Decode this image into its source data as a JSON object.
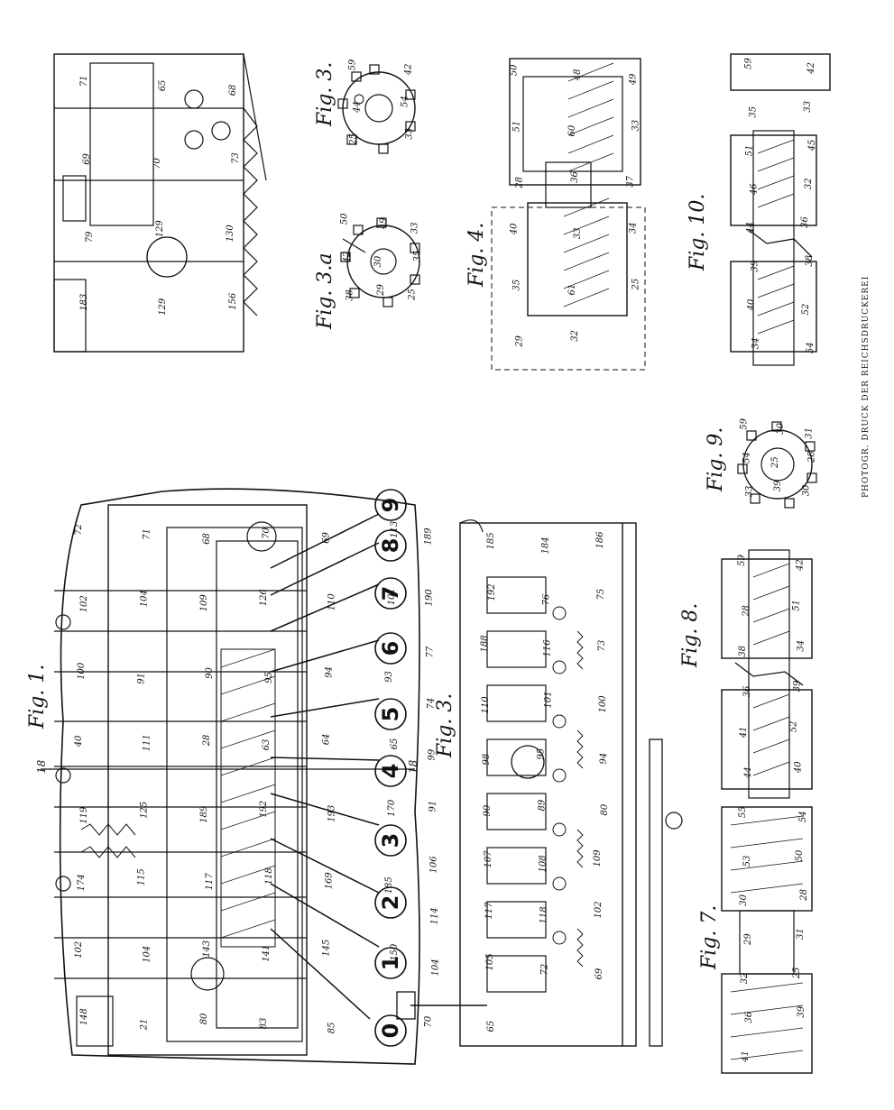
{
  "figures": {
    "fig1": "Fig. 1.",
    "fig3": "Fig. 3.",
    "fig3a": "Fig. 3.a",
    "fig3b": "Fig. 3.",
    "fig4": "Fig. 4.",
    "fig7": "Fig. 7.",
    "fig8": "Fig. 8.",
    "fig9": "Fig. 9.",
    "fig10": "Fig. 10."
  },
  "keys": [
    "0",
    "1",
    "2",
    "3",
    "4",
    "5",
    "6",
    "7",
    "8",
    "9"
  ],
  "footer": "PHOTOGR. DRUCK DER REICHSDRUCKEREI",
  "section_marks": [
    "18",
    "18"
  ],
  "ref_numbers": {
    "fig1": [
      "72",
      "71",
      "68",
      "70",
      "69",
      "113",
      "102",
      "104",
      "109",
      "126",
      "110",
      "101",
      "100",
      "91",
      "90",
      "95",
      "94",
      "93",
      "40",
      "111",
      "28",
      "63",
      "64",
      "65",
      "119",
      "125",
      "189",
      "192",
      "193",
      "170",
      "174",
      "115",
      "117",
      "118",
      "169",
      "185",
      "102",
      "104",
      "143",
      "141",
      "145",
      "150",
      "148",
      "21",
      "80",
      "83",
      "85"
    ],
    "fig3": [
      "189",
      "185",
      "184",
      "186",
      "190",
      "192",
      "76",
      "75",
      "77",
      "188",
      "116",
      "73",
      "74",
      "110",
      "101",
      "100",
      "99",
      "98",
      "95",
      "94",
      "91",
      "90",
      "89",
      "80",
      "106",
      "107",
      "108",
      "109",
      "114",
      "117",
      "118",
      "102",
      "104",
      "105",
      "72",
      "69",
      "70",
      "65"
    ],
    "fig2": [
      "71",
      "65",
      "68",
      "69",
      "70",
      "73",
      "79",
      "129",
      "130",
      "183",
      "129",
      "156"
    ],
    "fig3_top": [
      "59",
      "42",
      "44",
      "54",
      "25",
      "33"
    ],
    "fig3a": [
      "50",
      "49",
      "33",
      "42",
      "30",
      "35",
      "38",
      "29",
      "25"
    ],
    "fig4": [
      "50",
      "48",
      "49",
      "51",
      "60",
      "33",
      "28",
      "36",
      "37",
      "40",
      "33",
      "34",
      "35",
      "61",
      "25",
      "29",
      "32"
    ],
    "fig7": [
      "55",
      "54",
      "53",
      "50",
      "30",
      "28",
      "29",
      "31",
      "32",
      "25",
      "36",
      "39",
      "41"
    ],
    "fig8": [
      "59",
      "42",
      "28",
      "51",
      "38",
      "34",
      "36",
      "39",
      "41",
      "52",
      "44",
      "40"
    ],
    "fig9": [
      "59",
      "30",
      "31",
      "54",
      "25",
      "28",
      "33",
      "39",
      "30"
    ],
    "fig10": [
      "59",
      "42",
      "35",
      "33",
      "51",
      "45",
      "46",
      "32",
      "44",
      "36",
      "39",
      "38",
      "40",
      "52",
      "34",
      "54"
    ]
  }
}
